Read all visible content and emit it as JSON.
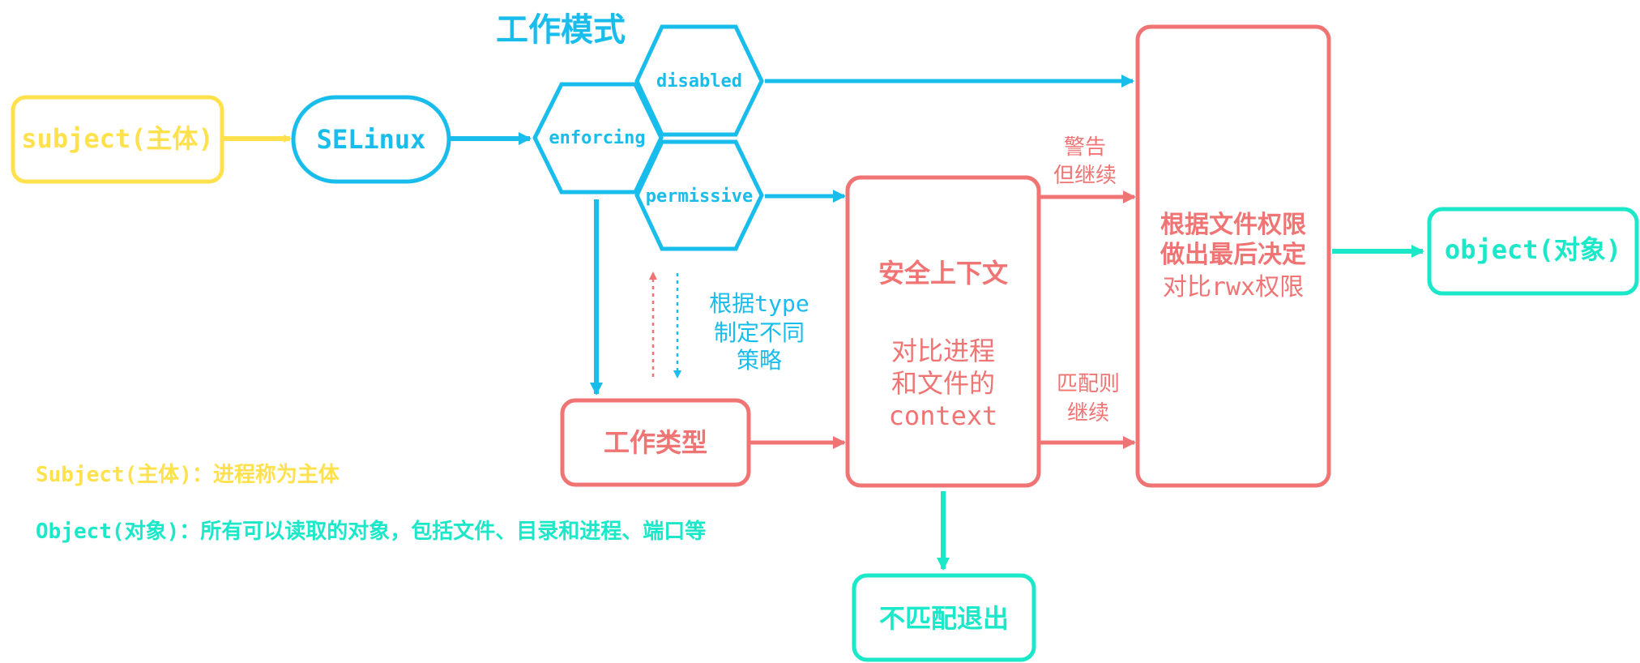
{
  "diagram": {
    "title": "工作模式",
    "subject_box": "subject(主体)",
    "selinux_box": "SELinux",
    "modes": {
      "enforcing": "enforcing",
      "disabled": "disabled",
      "permissive": "permissive"
    },
    "policy_note": [
      "根据type",
      "制定不同",
      "策略"
    ],
    "work_type_box": "工作类型",
    "context_box": {
      "title": "安全上下文",
      "lines": [
        "对比进程",
        "和文件的",
        "context"
      ]
    },
    "warn_label": [
      "警告",
      "但继续"
    ],
    "match_label": [
      "匹配则",
      "继续"
    ],
    "decision_box": [
      "根据文件权限",
      "做出最后决定",
      "对比rwx权限"
    ],
    "object_box": "object(对象)",
    "nomatch_box": "不匹配退出",
    "legend": {
      "subject": "Subject(主体)：进程称为主体",
      "object": "Object(对象)：所有可以读取的对象，包括文件、目录和进程、端口等"
    }
  },
  "colors": {
    "yellow": "#FFE14D",
    "blue": "#19BDEB",
    "red": "#F07474",
    "teal": "#1BE8C9"
  }
}
